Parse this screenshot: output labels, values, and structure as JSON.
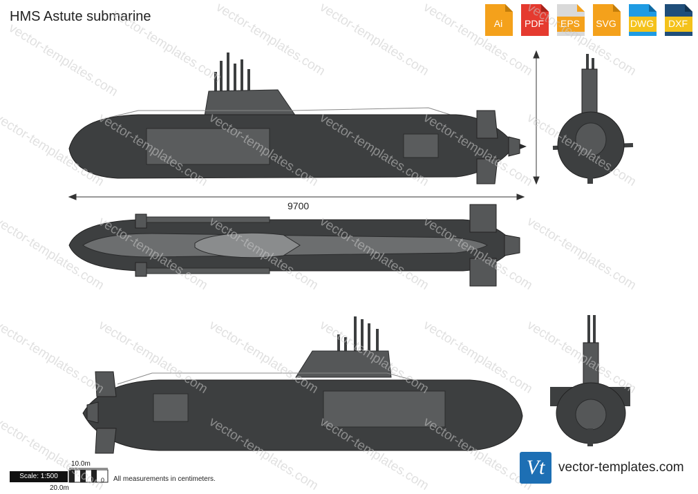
{
  "title": "HMS Astute submarine",
  "formats": [
    {
      "label": "Ai",
      "color": "#f4a11b"
    },
    {
      "label": "PDF",
      "color": "#e53a2f"
    },
    {
      "label": "EPS",
      "color": "#d9d9d9"
    },
    {
      "label": "SVG",
      "color": "#f4a11b"
    },
    {
      "label": "DWG",
      "color": "#1e9be3"
    },
    {
      "label": "DXF",
      "color": "#1f4e7a"
    }
  ],
  "watermark": "vector-templates.com",
  "dimension_length": "9700",
  "scale": {
    "label": "Scale: 1:500",
    "top": "10.0m",
    "bottom": "20.0m",
    "zero": "0"
  },
  "footer_note": "All measurements in centimeters.",
  "brand": {
    "logo_text": "Vt",
    "name": "vector-templates.com",
    "color": "#1d6fb4"
  },
  "colors": {
    "hull": "#3d3f40",
    "hull_dark": "#2e2f30",
    "panel": "#5a5c5d",
    "deck": "#777979"
  }
}
